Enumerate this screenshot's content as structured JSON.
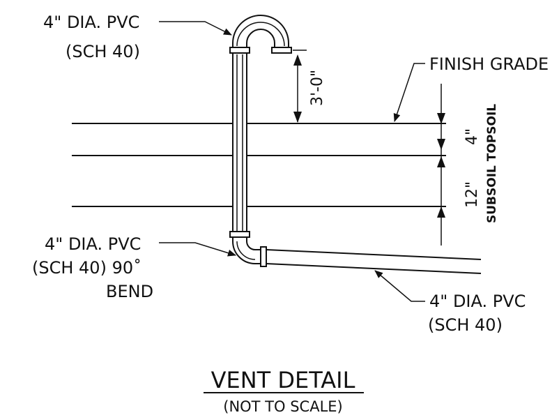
{
  "labels": {
    "top_pvc_line1": "4\" DIA. PVC",
    "top_pvc_line2": "(SCH 40)",
    "finish_grade": "FINISH GRADE",
    "dim_3ft": "3'-0\"",
    "dim_4in": "4\"",
    "dim_12in": "12\"",
    "soil_layers": "SUBSOIL TOPSOIL",
    "bend_line1": "4\" DIA. PVC",
    "bend_line2": "(SCH 40) 90˚",
    "bend_line3": "BEND",
    "horiz_pvc_line1": "4\" DIA. PVC",
    "horiz_pvc_line2": "(SCH 40)"
  },
  "title": {
    "main": "VENT DETAIL",
    "sub": "(NOT TO SCALE)"
  }
}
